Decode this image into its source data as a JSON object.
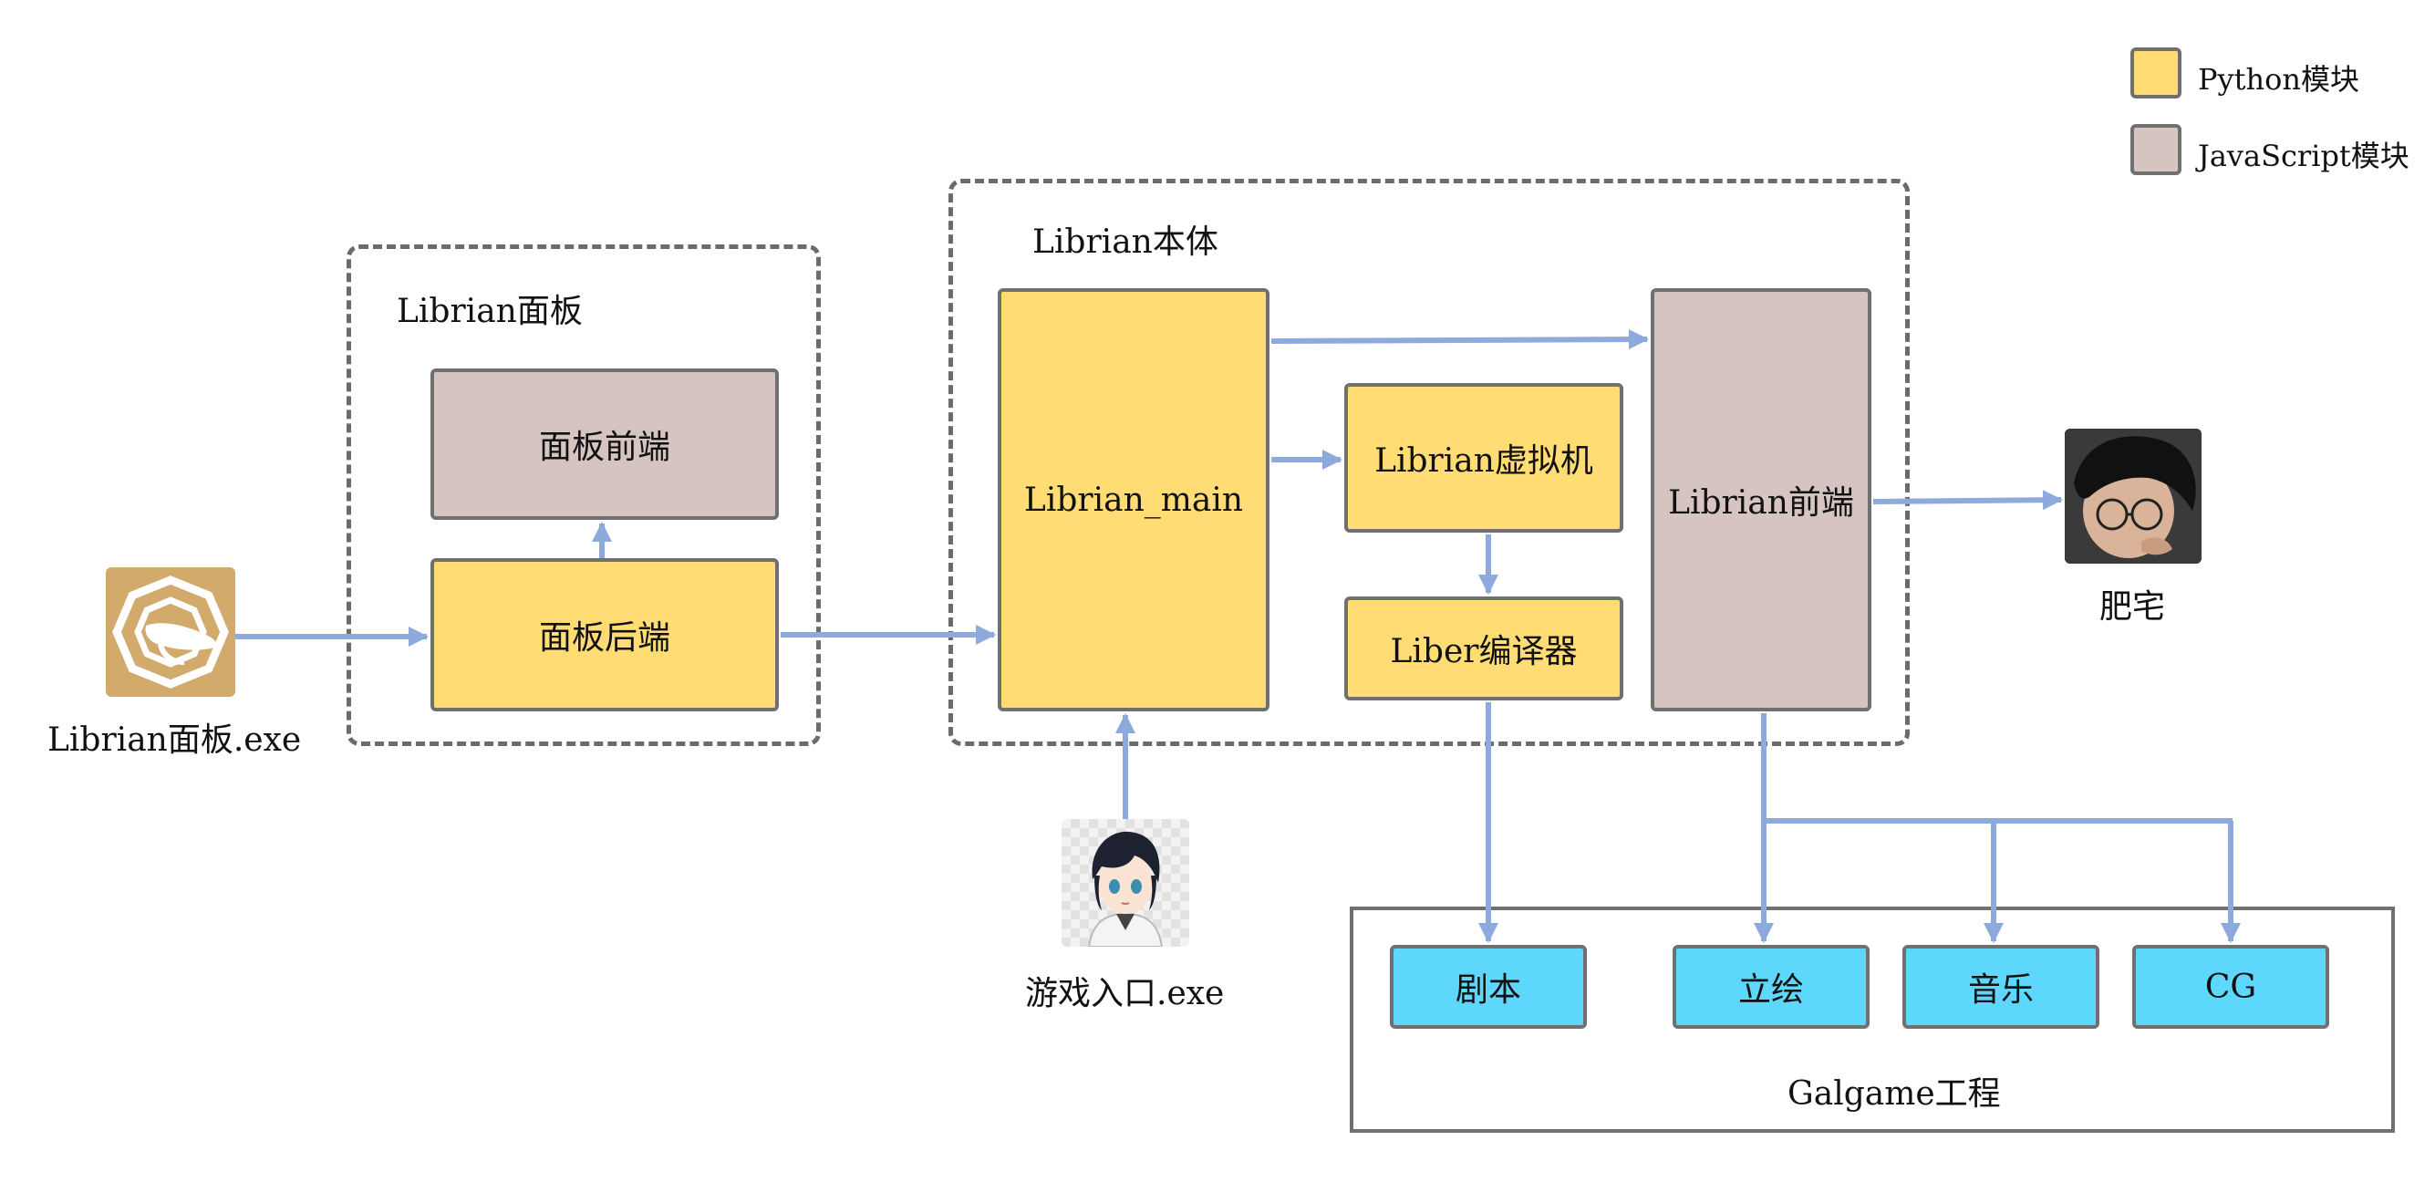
{
  "legend": {
    "python_label": "Python模块",
    "js_label": "JavaScript模块"
  },
  "groups": {
    "panel_title": "Librian面板",
    "core_title": "Librian本体",
    "project_title": "Galgame工程"
  },
  "modules": {
    "panel_frontend": "面板前端",
    "panel_backend": "面板后端",
    "librian_main": "Librian_main",
    "librian_vm": "Librian虚拟机",
    "liber_compiler": "Liber编译器",
    "librian_frontend": "Librian前端"
  },
  "assets": {
    "script": "剧本",
    "sprite": "立绘",
    "music": "音乐",
    "cg": "CG"
  },
  "actors": {
    "panel_exe": "Librian面板.exe",
    "game_entry": "游戏入口.exe",
    "otaku": "肥宅"
  },
  "colors": {
    "python": "#ffdc74",
    "javascript": "#d5c4c0",
    "asset": "#5dd7fb",
    "arrow": "#8ea9dc"
  }
}
